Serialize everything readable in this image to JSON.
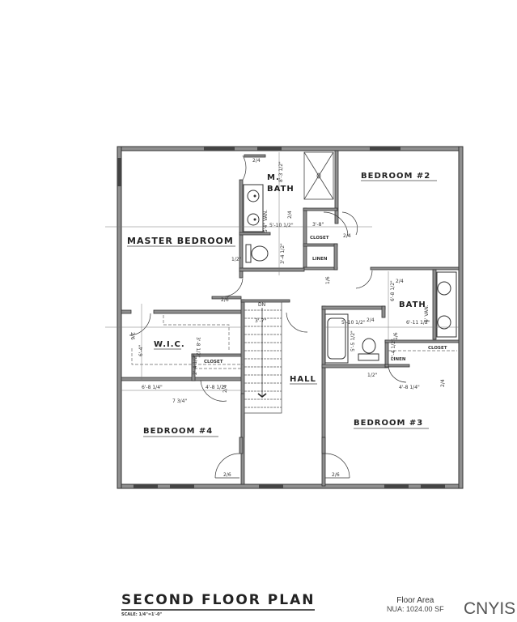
{
  "plan": {
    "title": "SECOND FLOOR PLAN",
    "scale": "SCALE: 1/4\"=1'-0\""
  },
  "rooms": {
    "master_bedroom": "MASTER BEDROOM",
    "m_bath_line1": "M.",
    "m_bath_line2": "BATH",
    "bedroom2": "BEDROOM #2",
    "bath": "BATH",
    "wic": "W.I.C.",
    "hall": "HALL",
    "bedroom4": "BEDROOM #4",
    "bedroom3": "BEDROOM #3",
    "closet_mb": "CLOSET",
    "linen_mb": "LINEN",
    "closet_wic": "CLOSET",
    "linen_bath": "LINEN",
    "closet_b3": "CLOSET"
  },
  "stairs": {
    "direction": "DN",
    "width": "3'-7\""
  },
  "dimensions": {
    "mbath_height": "8'-3 1/2\"",
    "mbath_van": "5'4\" VAN.",
    "mbath_width": "5'-10 1/2\"",
    "mbath_wc": "3'-4 1/2\"",
    "mb_closet": "3'-8\"",
    "mb_half": "1/2\"",
    "bath_height": "6'-8 1/2\"",
    "bath_van": "6' VAN.",
    "bath_width": "6'-11 1/2\"",
    "tub_width": "5'-10 1/2\"",
    "tub_len": "5'-5 1/2\"",
    "bath_closet_h": "2'-4 1/2\"",
    "b3_closet": "4'-8 1/4\"",
    "wic_h": "3'-8 1/2\"",
    "wic_w": "6'-4\"",
    "wic_closet_h": "2'-4 1/2\"",
    "b4_dim1": "6'-8 1/4\"",
    "b4_dim2": "4'-8 1/2\"",
    "b4_dim3": "7 3/4\"",
    "hall_half": "1/2\""
  },
  "doors": {
    "mb_bath": "2/4",
    "mbath_wc": "2/4",
    "mb_closet": "2/4",
    "b2_closet": "2/4",
    "linen": "1/6",
    "hall_mb": "2/6",
    "bath_entry": "2/4",
    "bath_tub": "2/4",
    "bath_linen": "1/6",
    "b3_closet": "2/4",
    "wic_door": "2/6",
    "wic_closet": "2/4",
    "b4": "2/6",
    "b3": "2/6"
  },
  "area": {
    "label": "Floor Area",
    "nua_label": "NUA:",
    "value": "1024.00",
    "unit": "SF"
  },
  "brand": "CNYIS",
  "colors": {
    "wall": "#3a3a3a",
    "wall_fill": "#8a8a8a",
    "line": "#444444",
    "background": "#ffffff"
  }
}
